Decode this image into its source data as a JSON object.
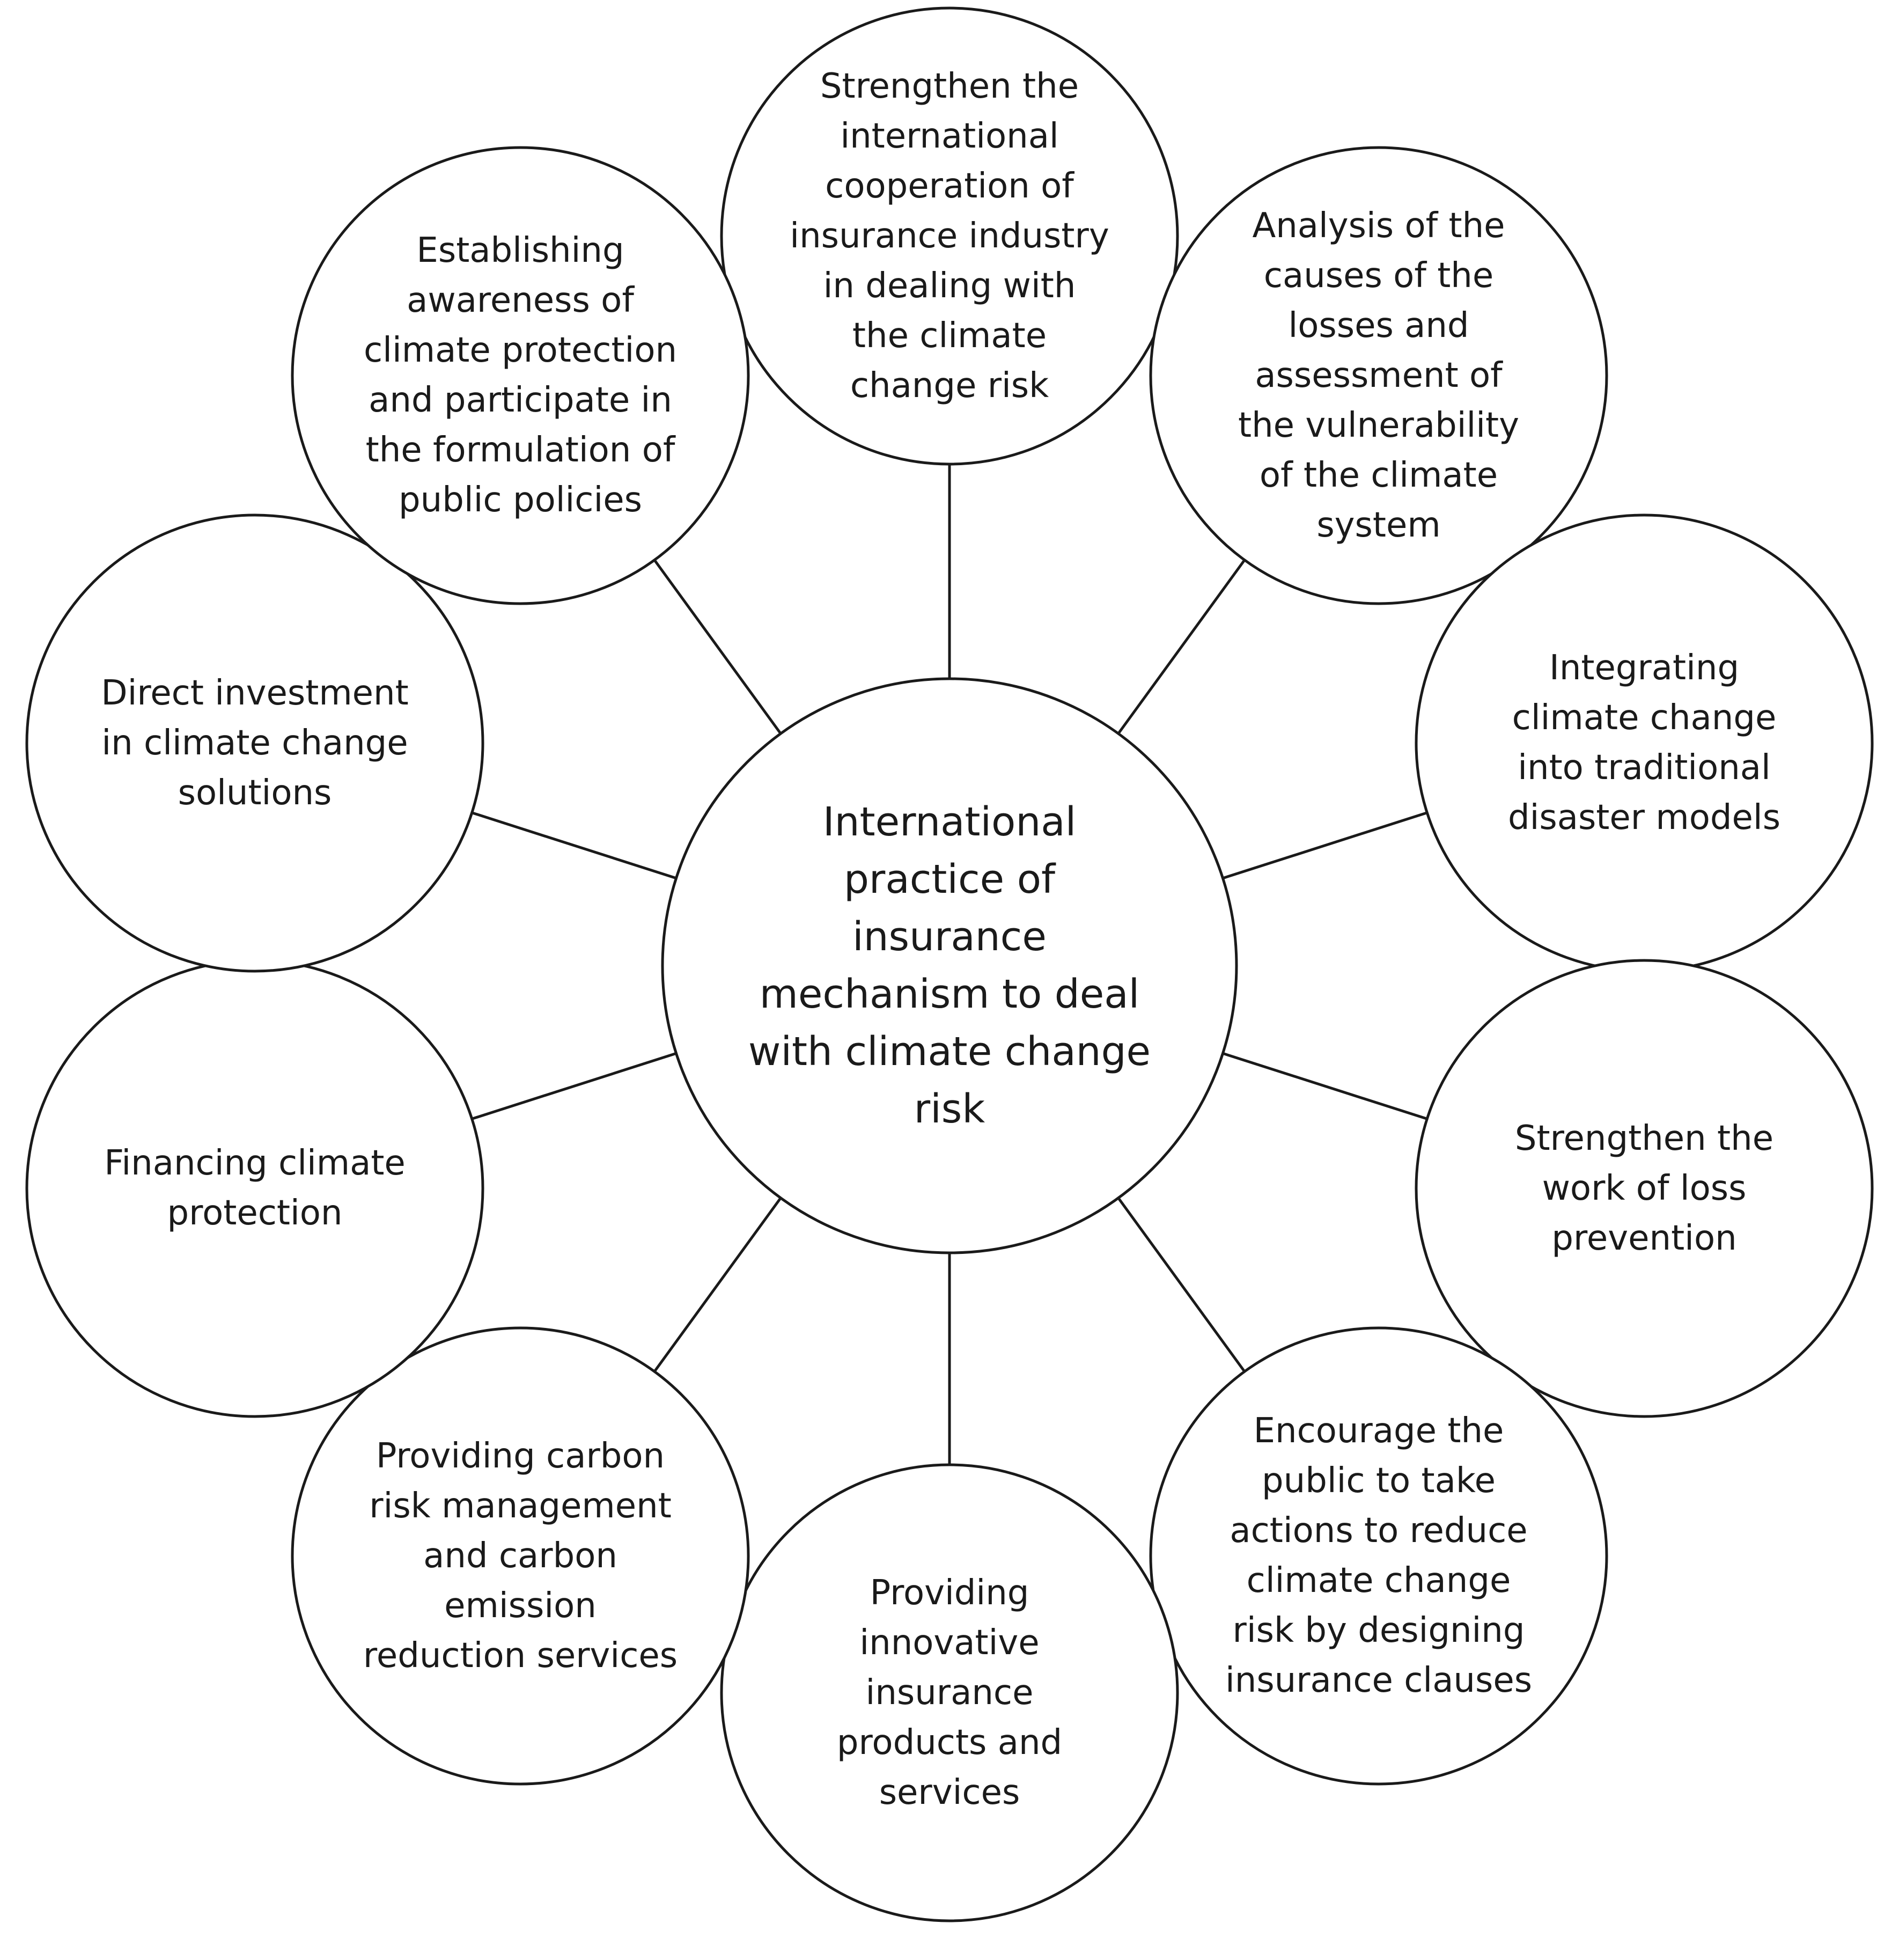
{
  "diagram": {
    "center": {
      "label": "International\npractice of\ninsurance\nmechanism to deal\nwith climate change\nrisk"
    },
    "nodes": [
      {
        "id": "international-cooperation",
        "label": "Strengthen the\ninternational\ncooperation of\ninsurance industry\nin dealing with\nthe climate\nchange risk"
      },
      {
        "id": "loss-analysis",
        "label": "Analysis of the\ncauses of the\nlosses and\nassessment of\nthe vulnerability\nof the climate\nsystem"
      },
      {
        "id": "disaster-models",
        "label": "Integrating\nclimate change\ninto traditional\ndisaster models"
      },
      {
        "id": "loss-prevention",
        "label": "Strengthen the\nwork of loss\nprevention"
      },
      {
        "id": "public-actions",
        "label": "Encourage the\npublic to take\nactions to reduce\nclimate change\nrisk by designing\ninsurance clauses"
      },
      {
        "id": "innovative-products",
        "label": "Providing\ninnovative\ninsurance\nproducts and\nservices"
      },
      {
        "id": "carbon-services",
        "label": "Providing carbon\nrisk management\nand carbon\nemission\nreduction services"
      },
      {
        "id": "financing-protection",
        "label": "Financing climate\nprotection"
      },
      {
        "id": "direct-investment",
        "label": "Direct investment\nin climate change\nsolutions"
      },
      {
        "id": "climate-awareness",
        "label": "Establishing\nawareness of\nclimate protection\nand participate in\nthe formulation of\npublic policies"
      }
    ]
  }
}
